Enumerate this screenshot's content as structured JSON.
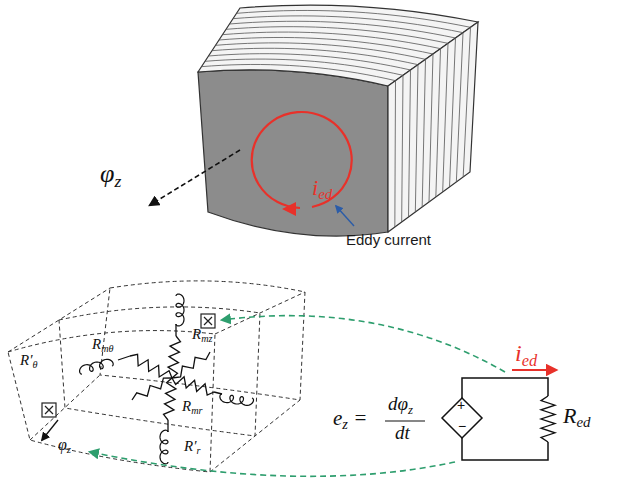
{
  "diagram": {
    "labels": [
      "ied",
      "Eddy current",
      "φz",
      "R′θ",
      "Rmθ",
      "Rmz",
      "Rmr",
      "R′r",
      "φz",
      "ied",
      "ez =",
      "dφz",
      "dt",
      "+",
      "−",
      "Red"
    ]
  }
}
